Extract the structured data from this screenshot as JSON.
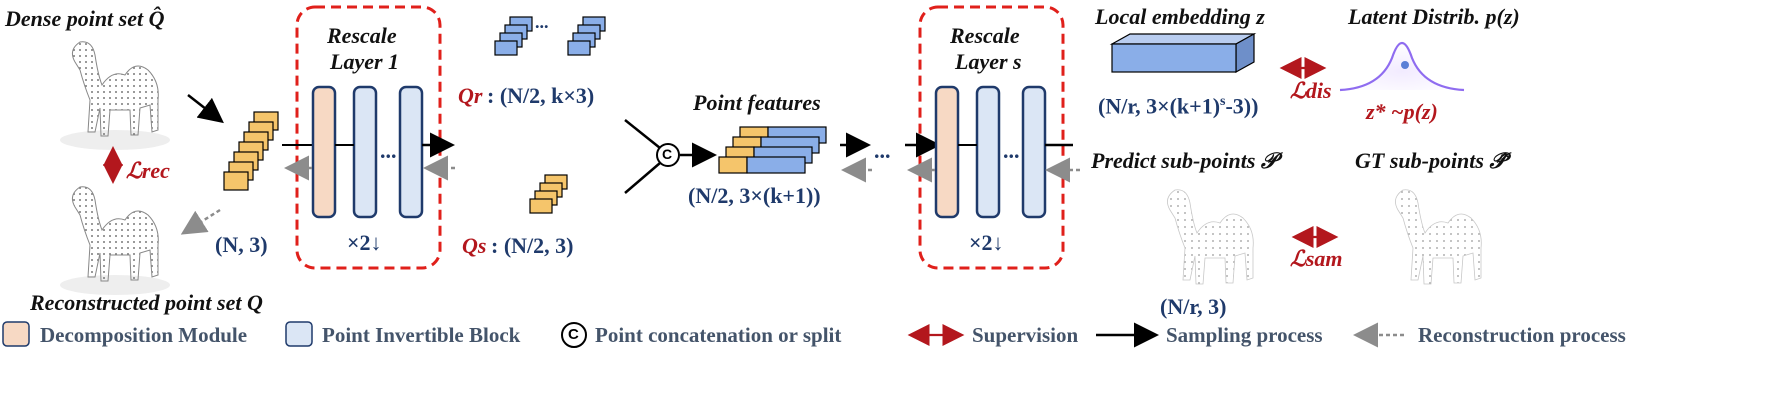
{
  "labels": {
    "dense_set": "Dense point set Q̂",
    "recon_set": "Reconstructed point set Q",
    "l_rec": "ℒrec",
    "n3": "(N, 3)",
    "rescale1_line1": "Rescale",
    "rescale1_line2": "Layer 1",
    "rescale1_down": "×2↓",
    "q_r": "Qr",
    "q_r_shape": ": (N/2, k×3)",
    "q_s": "Qs",
    "q_s_shape": ": (N/2, 3)",
    "point_features": "Point features",
    "pf_shape": "(N/2, 3×(k+1))",
    "concat_symbol": "C",
    "dots": "...",
    "rescale_s_line1": "Rescale",
    "rescale_s_line2": "Layer s",
    "rescale_s_down": "×2↓",
    "local_embedding": "Local embedding z",
    "le_shape": "(N/r, 3×(k+1)",
    "le_shape_sup": "s",
    "le_shape_tail": "-3))",
    "latent": "Latent Distrib. p(z)",
    "l_dis": "ℒdis",
    "z_sample": "z* ~p(z)",
    "predict_sub": "Predict sub-points 𝒫",
    "gt_sub": "GT sub-points 𝒫̂",
    "l_sam": "ℒsam",
    "nr3": "(N/r, 3)"
  },
  "legend": {
    "decomposition": "Decomposition Module",
    "invertible": "Point Invertible Block",
    "concat": "Point concatenation or split",
    "supervision": "Supervision",
    "sampling": "Sampling process",
    "reconstruction": "Reconstruction process"
  },
  "colors": {
    "decomp_fill": "#f7d9c4",
    "invert_fill": "#dbe6f5",
    "block_stroke": "#1f3a6b",
    "dash_red": "#e0201b",
    "sup_red": "#b3171d",
    "orange": "#f5c56b",
    "blue": "#8aaee8"
  }
}
